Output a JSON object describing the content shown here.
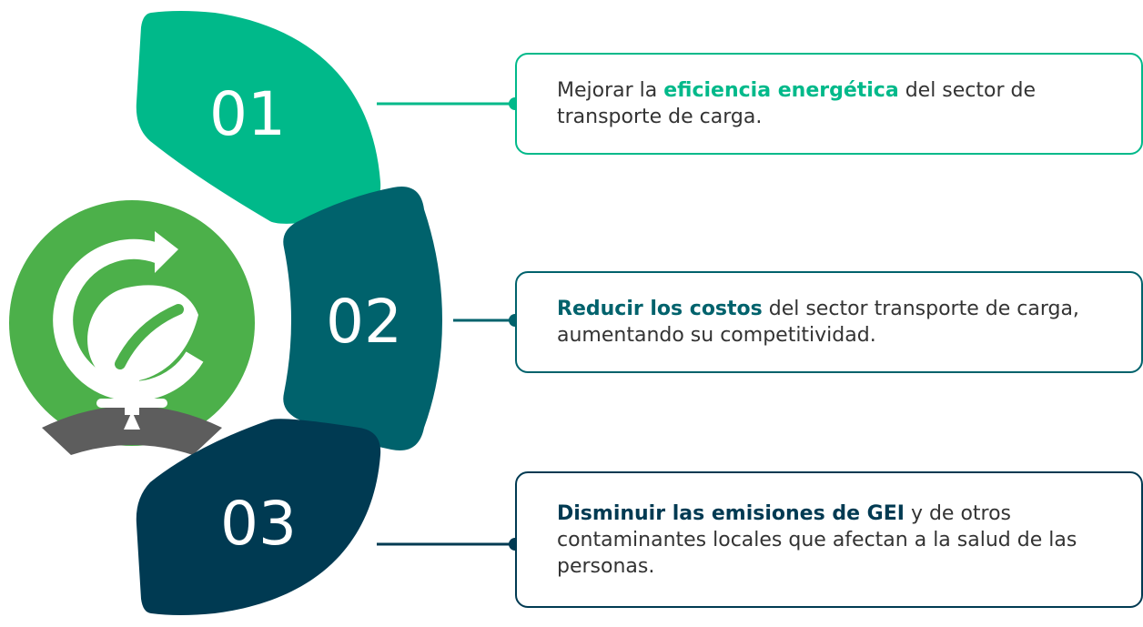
{
  "colors": {
    "step_1": "#00b98a",
    "step_2": "#00626c",
    "step_3": "#003a52",
    "logo_green": "#4cb04a",
    "road_gray": "#5d5d5d",
    "text": "#333333"
  },
  "logo": {
    "icon": "recycle-leaf-road-logo-icon"
  },
  "steps": [
    {
      "number": "01",
      "text_before": "Mejorar la ",
      "highlight": "eficiencia energética",
      "text_after": " del sector de transporte de carga."
    },
    {
      "number": "02",
      "text_before": "",
      "highlight": "Reducir los costos",
      "text_after": " del sector transporte de carga, aumentando su competitividad."
    },
    {
      "number": "03",
      "text_before": "",
      "highlight": "Disminuir las emisiones de GEI",
      "text_after": " y de otros contaminantes locales que afectan a la salud de las personas."
    }
  ]
}
